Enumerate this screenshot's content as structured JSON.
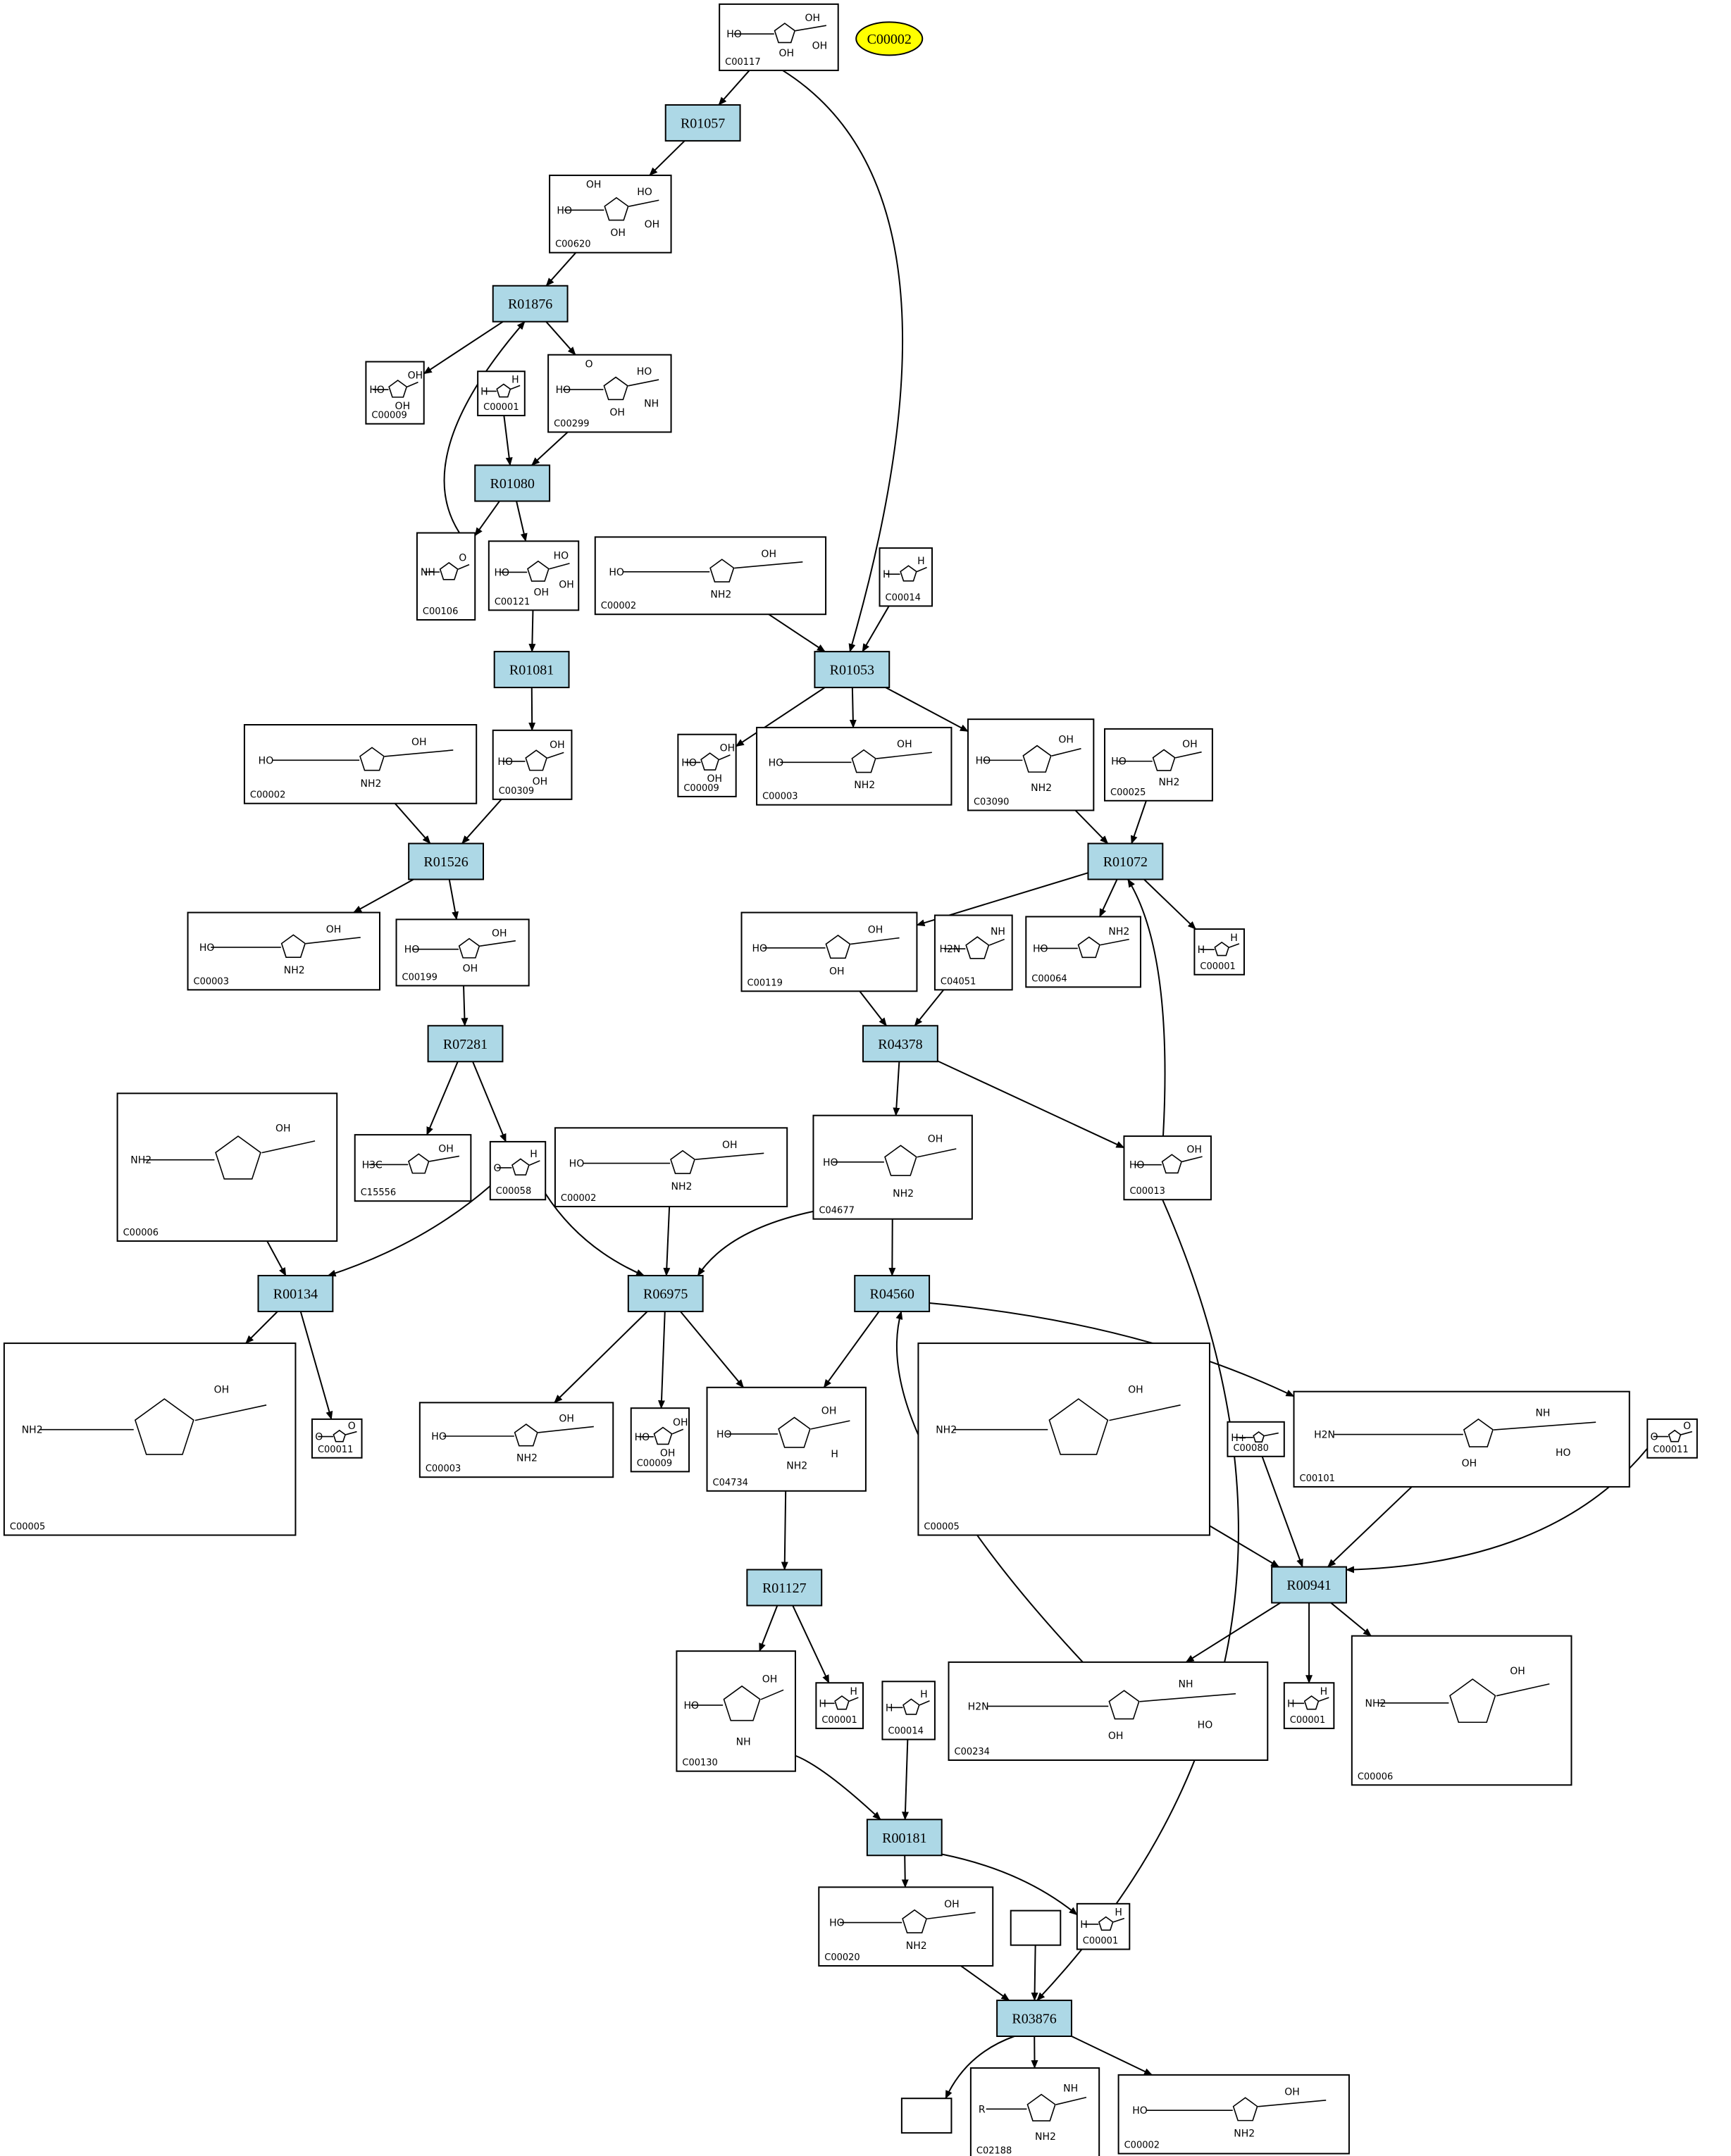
{
  "target": {
    "label": "C00002",
    "color": "#ffff00"
  },
  "colors": {
    "reaction_fill": "#add8e6",
    "edge": "#000000",
    "box_stroke": "#000000"
  },
  "reactions": [
    {
      "id": "R01057"
    },
    {
      "id": "R01876"
    },
    {
      "id": "R01080"
    },
    {
      "id": "R01081"
    },
    {
      "id": "R01053"
    },
    {
      "id": "R01526"
    },
    {
      "id": "R01072"
    },
    {
      "id": "R07281"
    },
    {
      "id": "R04378"
    },
    {
      "id": "R00134"
    },
    {
      "id": "R06975"
    },
    {
      "id": "R04560"
    },
    {
      "id": "R00941"
    },
    {
      "id": "R01127"
    },
    {
      "id": "R00181"
    },
    {
      "id": "R03876"
    }
  ],
  "compounds": [
    {
      "key": "c00117",
      "id": "C00117",
      "atoms": [
        "HO",
        "OH",
        "OH",
        "OH"
      ]
    },
    {
      "key": "c00620",
      "id": "C00620",
      "atoms": [
        "HO",
        "HO",
        "OH",
        "OH",
        "OH"
      ]
    },
    {
      "key": "c00009a",
      "id": "C00009",
      "atoms": [
        "HO",
        "OH",
        "OH"
      ]
    },
    {
      "key": "c00001a",
      "id": "C00001",
      "atoms": [
        "H",
        "H"
      ]
    },
    {
      "key": "c00299",
      "id": "C00299",
      "atoms": [
        "HO",
        "HO",
        "OH",
        "NH",
        "O"
      ]
    },
    {
      "key": "c00106",
      "id": "C00106",
      "atoms": [
        "NH",
        "O"
      ]
    },
    {
      "key": "c00121",
      "id": "C00121",
      "atoms": [
        "HO",
        "HO",
        "OH",
        "OH"
      ]
    },
    {
      "key": "c00002a",
      "id": "C00002",
      "atoms": [
        "HO",
        "OH",
        "NH2"
      ]
    },
    {
      "key": "c00014a",
      "id": "C00014",
      "atoms": [
        "H",
        "H"
      ]
    },
    {
      "key": "c00309",
      "id": "C00309",
      "atoms": [
        "HO",
        "OH",
        "OH"
      ]
    },
    {
      "key": "c00002b",
      "id": "C00002",
      "atoms": [
        "HO",
        "OH",
        "NH2"
      ]
    },
    {
      "key": "c00009b",
      "id": "C00009",
      "atoms": [
        "HO",
        "OH",
        "OH"
      ]
    },
    {
      "key": "c00003a",
      "id": "C00003",
      "atoms": [
        "HO",
        "OH",
        "NH2"
      ]
    },
    {
      "key": "c03090",
      "id": "C03090",
      "atoms": [
        "HO",
        "OH",
        "NH2"
      ]
    },
    {
      "key": "c00025",
      "id": "C00025",
      "atoms": [
        "HO",
        "OH",
        "NH2"
      ]
    },
    {
      "key": "c00003b",
      "id": "C00003",
      "atoms": [
        "HO",
        "OH",
        "NH2"
      ]
    },
    {
      "key": "c00199",
      "id": "C00199",
      "atoms": [
        "HO",
        "OH",
        "OH"
      ]
    },
    {
      "key": "c00119",
      "id": "C00119",
      "atoms": [
        "HO",
        "OH",
        "OH"
      ]
    },
    {
      "key": "c04051",
      "id": "C04051",
      "atoms": [
        "H2N",
        "NH"
      ]
    },
    {
      "key": "c00064",
      "id": "C00064",
      "atoms": [
        "HO",
        "NH2"
      ]
    },
    {
      "key": "c00001b",
      "id": "C00001",
      "atoms": [
        "H",
        "H"
      ]
    },
    {
      "key": "c00006a",
      "id": "C00006",
      "atoms": [
        "NH2",
        "OH"
      ]
    },
    {
      "key": "c15556",
      "id": "C15556",
      "atoms": [
        "H3C",
        "OH"
      ]
    },
    {
      "key": "c00058",
      "id": "C00058",
      "atoms": [
        "O",
        "H"
      ]
    },
    {
      "key": "c00002c",
      "id": "C00002",
      "atoms": [
        "HO",
        "OH",
        "NH2"
      ]
    },
    {
      "key": "c04677",
      "id": "C04677",
      "atoms": [
        "HO",
        "OH",
        "NH2"
      ]
    },
    {
      "key": "c00013",
      "id": "C00013",
      "atoms": [
        "HO",
        "OH"
      ]
    },
    {
      "key": "c00005a",
      "id": "C00005",
      "atoms": [
        "NH2",
        "OH"
      ]
    },
    {
      "key": "c00011a",
      "id": "C00011",
      "atoms": [
        "O",
        "O"
      ]
    },
    {
      "key": "c00003c",
      "id": "C00003",
      "atoms": [
        "HO",
        "OH",
        "NH2"
      ]
    },
    {
      "key": "c00009c",
      "id": "C00009",
      "atoms": [
        "HO",
        "OH",
        "OH"
      ]
    },
    {
      "key": "c04734",
      "id": "C04734",
      "atoms": [
        "HO",
        "OH",
        "NH2",
        "H"
      ]
    },
    {
      "key": "c00005b",
      "id": "C00005",
      "atoms": [
        "NH2",
        "OH"
      ]
    },
    {
      "key": "c00080",
      "id": "C00080",
      "atoms": [
        "H+"
      ]
    },
    {
      "key": "c00101",
      "id": "C00101",
      "atoms": [
        "H2N",
        "NH",
        "OH",
        "HO"
      ]
    },
    {
      "key": "c00011b",
      "id": "C00011",
      "atoms": [
        "O",
        "O"
      ]
    },
    {
      "key": "c00130",
      "id": "C00130",
      "atoms": [
        "HO",
        "OH",
        "NH"
      ]
    },
    {
      "key": "c00001c",
      "id": "C00001",
      "atoms": [
        "H",
        "H"
      ]
    },
    {
      "key": "c00014b",
      "id": "C00014",
      "atoms": [
        "H",
        "H"
      ]
    },
    {
      "key": "c00234",
      "id": "C00234",
      "atoms": [
        "H2N",
        "NH",
        "OH",
        "HO"
      ]
    },
    {
      "key": "c00001d",
      "id": "C00001",
      "atoms": [
        "H",
        "H"
      ]
    },
    {
      "key": "c00006b",
      "id": "C00006",
      "atoms": [
        "NH2",
        "OH"
      ]
    },
    {
      "key": "c00020",
      "id": "C00020",
      "atoms": [
        "HO",
        "OH",
        "NH2"
      ]
    },
    {
      "key": "c00001e",
      "id": "C00001",
      "atoms": [
        "H",
        "H"
      ]
    },
    {
      "key": "blank1",
      "id": ""
    },
    {
      "key": "blank2",
      "id": ""
    },
    {
      "key": "c02188",
      "id": "C02188",
      "atoms": [
        "R",
        "NH",
        "NH2"
      ]
    },
    {
      "key": "c00002d",
      "id": "C00002",
      "atoms": [
        "HO",
        "OH",
        "NH2"
      ]
    }
  ]
}
